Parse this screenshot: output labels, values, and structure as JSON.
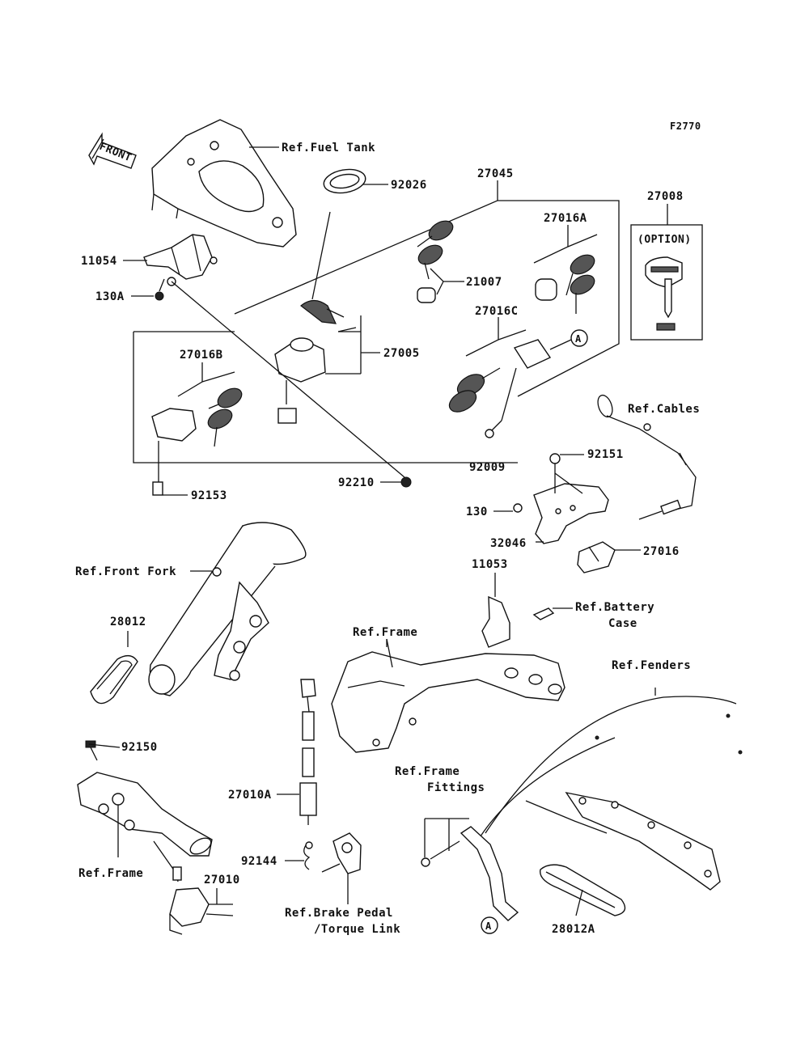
{
  "figure_code": "F2770",
  "front_label": "FRONT",
  "option_label": "(OPTION)",
  "callout_letter": "A",
  "labels": {
    "ref_fuel_tank": "Ref.Fuel Tank",
    "p92026": "92026",
    "p27045": "27045",
    "p27008": "27008",
    "p27016A": "27016A",
    "p11054": "11054",
    "p130A": "130A",
    "p21007": "21007",
    "p27016C": "27016C",
    "p27005": "27005",
    "p27016B": "27016B",
    "ref_cables": "Ref.Cables",
    "p92009": "92009",
    "p92151": "92151",
    "p92210": "92210",
    "p92153": "92153",
    "p130": "130",
    "p32046": "32046",
    "p27016": "27016",
    "p11053": "11053",
    "ref_front_fork": "Ref.Front Fork",
    "ref_battery_line1": "Ref.Battery",
    "ref_battery_line2": "Case",
    "ref_frame_top": "Ref.Frame",
    "p28012": "28012",
    "ref_fenders": "Ref.Fenders",
    "p92150": "92150",
    "ref_frame_fittings_line1": "Ref.Frame",
    "ref_frame_fittings_line2": "Fittings",
    "p27010A": "27010A",
    "p92144": "92144",
    "ref_frame_bottom": "Ref.Frame",
    "p27010": "27010",
    "ref_brake_line1": "Ref.Brake Pedal",
    "ref_brake_line2": "/Torque Link",
    "p28012A": "28012A"
  }
}
